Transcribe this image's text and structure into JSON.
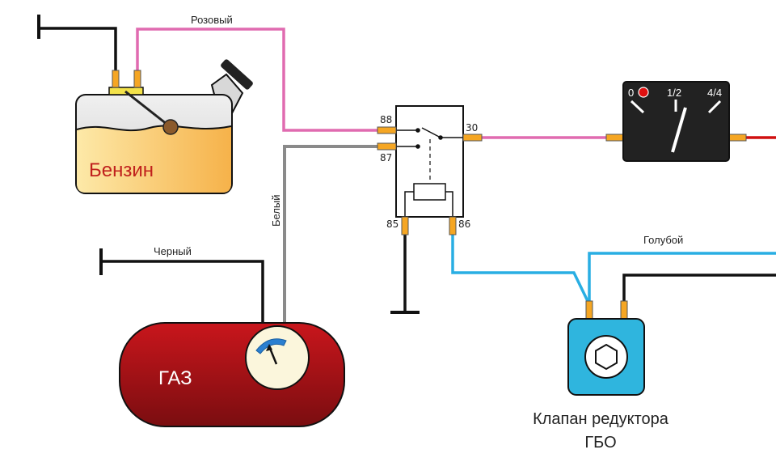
{
  "wires": {
    "pink": "Розовый",
    "white": "Белый",
    "black": "Черный",
    "blue": "Голубой"
  },
  "petrol_tank": {
    "label": "Бензин"
  },
  "gas_tank": {
    "label": "ГАЗ"
  },
  "relay": {
    "pins": {
      "p88": "88",
      "p87": "87",
      "p30": "30",
      "p85": "85",
      "p86": "86"
    }
  },
  "gauge": {
    "marks": {
      "empty": "0",
      "half": "1/2",
      "full": "4/4"
    }
  },
  "valve": {
    "label_line1": "Клапан редуктора",
    "label_line2": "ГБО"
  },
  "colors": {
    "pink_wire": "#e06bb0",
    "grey_wire": "#808080",
    "blue_wire": "#29aee3",
    "black_wire": "#111111",
    "red_wire": "#d01010",
    "connector": "#f5a623",
    "gas_tank": "#b3141a",
    "valve_body": "#2fb5de",
    "gauge_body": "#222222",
    "petrol": "#f7c95a"
  }
}
